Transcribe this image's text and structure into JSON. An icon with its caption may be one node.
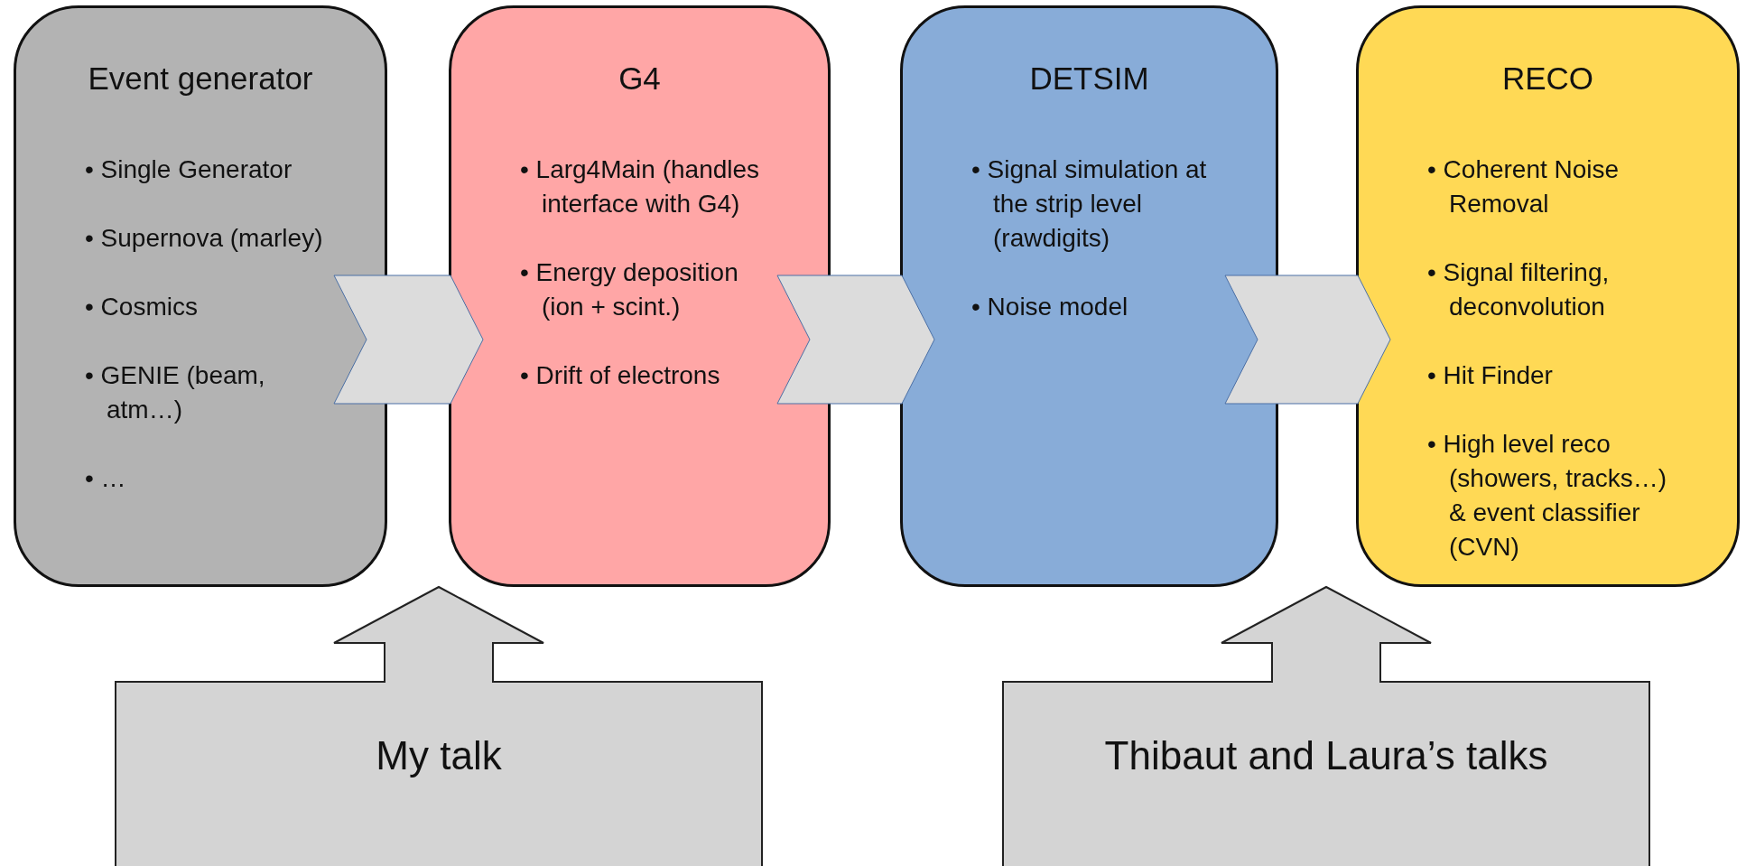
{
  "diagram": {
    "nodes": [
      {
        "text": [
          "Event generator",
          "• Single Generator",
          "• Supernova (marley)",
          "• Cosmics",
          "• GENIE (beam, atm…)",
          "• …"
        ]
      },
      {
        "text": [
          "G4",
          "• Larg4Main (handles interface with G4)",
          "• Energy deposition (ion + scint.)",
          "• Drift of electrons"
        ]
      },
      {
        "text": [
          "DETSIM",
          "• Signal simulation at the strip level (rawdigits)",
          "• Noise model"
        ]
      },
      {
        "text": [
          "RECO",
          "• Coherent Noise Removal",
          "• Signal filtering, deconvolution",
          "• Hit Finder",
          "• High level reco (showers, tracks…) & event classifier (CVN)"
        ]
      },
      {
        "text": [
          "My talk"
        ]
      },
      {
        "text": [
          "Thibaut and Laura’s talks"
        ]
      }
    ],
    "edges": [
      {
        "from": 0,
        "to": 1,
        "arrow": "to"
      },
      {
        "from": 1,
        "to": 2,
        "arrow": "to"
      },
      {
        "from": 2,
        "to": 3,
        "arrow": "to"
      },
      {
        "from": 4,
        "to": null,
        "arrow": "to"
      },
      {
        "from": 5,
        "to": null,
        "arrow": "to"
      }
    ]
  }
}
